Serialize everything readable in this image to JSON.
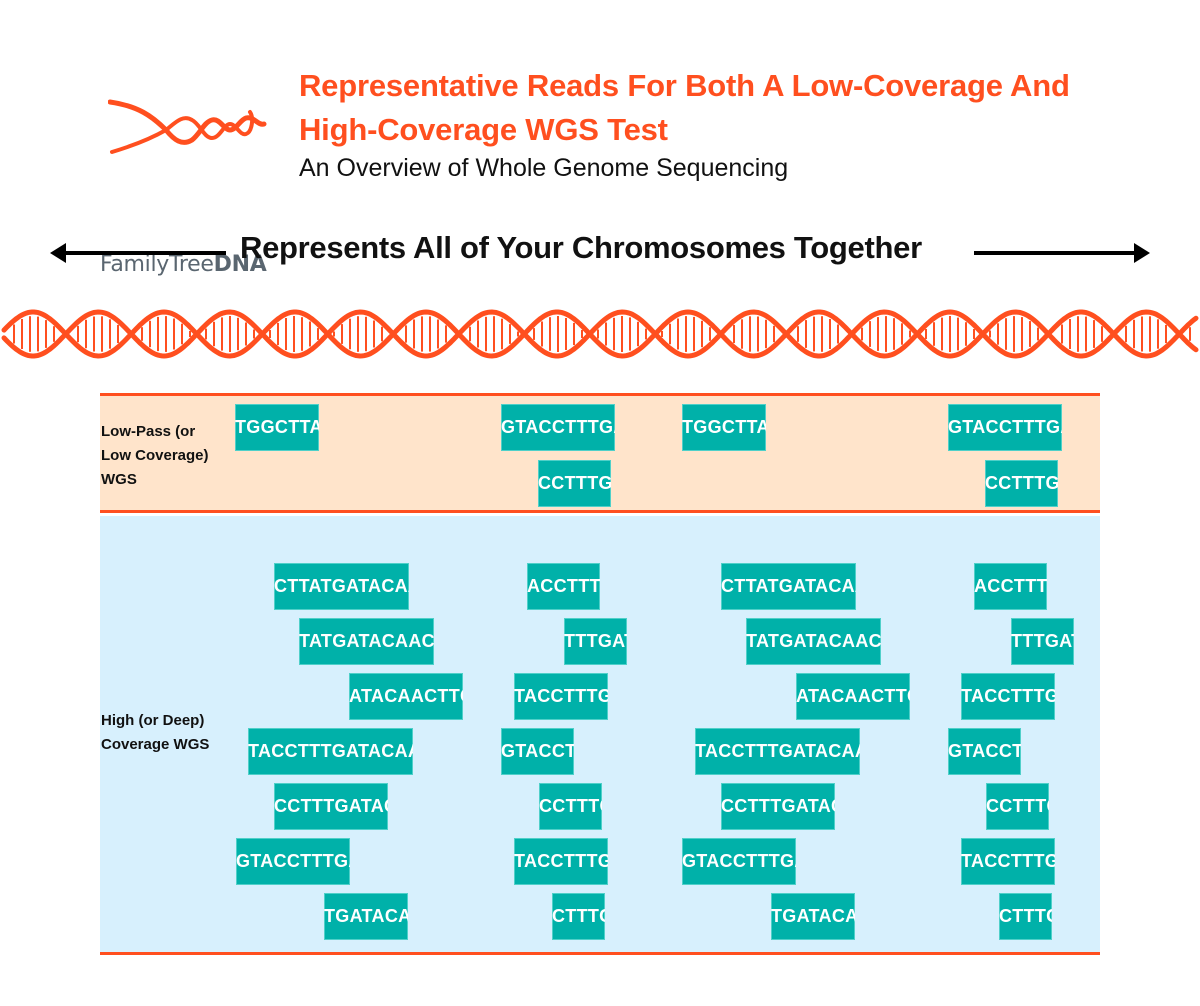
{
  "brand": {
    "name_light": "FamilyTree",
    "name_bold": "DNA",
    "accent_color": "#ff4f1f"
  },
  "header": {
    "title_line1": "Representative Reads For Both A Low-Coverage And",
    "title_line2": "High-Coverage WGS Test",
    "subtitle": "An Overview of Whole Genome Sequencing"
  },
  "span": {
    "label": "Represents All of Your Chromosomes Together",
    "left_icon": "arrow-left-icon",
    "right_icon": "arrow-right-icon"
  },
  "colors": {
    "read_fill": "#00b1a9",
    "low_band": "#ffe4cb",
    "high_band": "#d7f0fd",
    "divider": "#ff4f1f"
  },
  "low_coverage": {
    "label_lines": [
      "Low-Pass (or",
      "Low Coverage)",
      "WGS"
    ],
    "reads": [
      {
        "seq": "TGGCTTAT",
        "row": 0,
        "col": 235
      },
      {
        "seq": "GTACCTTTGAT",
        "row": 0,
        "col": 501
      },
      {
        "seq": "CCTTTGA",
        "row": 1,
        "col": 538
      },
      {
        "seq": "TGGCTTAT",
        "row": 0,
        "col": 682
      },
      {
        "seq": "GTACCTTTGAT",
        "row": 0,
        "col": 948
      },
      {
        "seq": "CCTTTGA",
        "row": 1,
        "col": 985
      }
    ]
  },
  "high_coverage": {
    "label_lines": [
      "High (or Deep)",
      "Coverage WGS"
    ],
    "reads": [
      {
        "seq": "CTTATGATACAAC",
        "row": 0,
        "col": 274
      },
      {
        "seq": "ACCTTTG",
        "row": 0,
        "col": 527
      },
      {
        "seq": "CTTATGATACAAC",
        "row": 0,
        "col": 721
      },
      {
        "seq": "ACCTTTG",
        "row": 0,
        "col": 974
      },
      {
        "seq": "TATGATACAACTT",
        "row": 1,
        "col": 299
      },
      {
        "seq": "TTTGAT",
        "row": 1,
        "col": 564
      },
      {
        "seq": "TATGATACAACTT",
        "row": 1,
        "col": 746
      },
      {
        "seq": "TTTGAT",
        "row": 1,
        "col": 1011
      },
      {
        "seq": "ATACAACTTGG",
        "row": 2,
        "col": 349
      },
      {
        "seq": "TACCTTTGA",
        "row": 2,
        "col": 514
      },
      {
        "seq": "ATACAACTTGG",
        "row": 2,
        "col": 796
      },
      {
        "seq": "TACCTTTGA",
        "row": 2,
        "col": 961
      },
      {
        "seq": "TACCTTTGATACAACT",
        "row": 3,
        "col": 248
      },
      {
        "seq": "GTACCTT",
        "row": 3,
        "col": 501
      },
      {
        "seq": "TACCTTTGATACAACT",
        "row": 3,
        "col": 695
      },
      {
        "seq": "GTACCTT",
        "row": 3,
        "col": 948
      },
      {
        "seq": "CCTTTGATACA",
        "row": 4,
        "col": 274
      },
      {
        "seq": "CCTTTG",
        "row": 4,
        "col": 539
      },
      {
        "seq": "CCTTTGATACA",
        "row": 4,
        "col": 721
      },
      {
        "seq": "CCTTTG",
        "row": 4,
        "col": 986
      },
      {
        "seq": "GTACCTTTGAT",
        "row": 5,
        "col": 236
      },
      {
        "seq": "TACCTTTGA",
        "row": 5,
        "col": 514
      },
      {
        "seq": "GTACCTTTGAT",
        "row": 5,
        "col": 682
      },
      {
        "seq": "TACCTTTGA",
        "row": 5,
        "col": 961
      },
      {
        "seq": "TGATACAA",
        "row": 6,
        "col": 324
      },
      {
        "seq": "CTTTG",
        "row": 6,
        "col": 552
      },
      {
        "seq": "TGATACAA",
        "row": 6,
        "col": 771
      },
      {
        "seq": "CTTTG",
        "row": 6,
        "col": 999
      }
    ]
  }
}
